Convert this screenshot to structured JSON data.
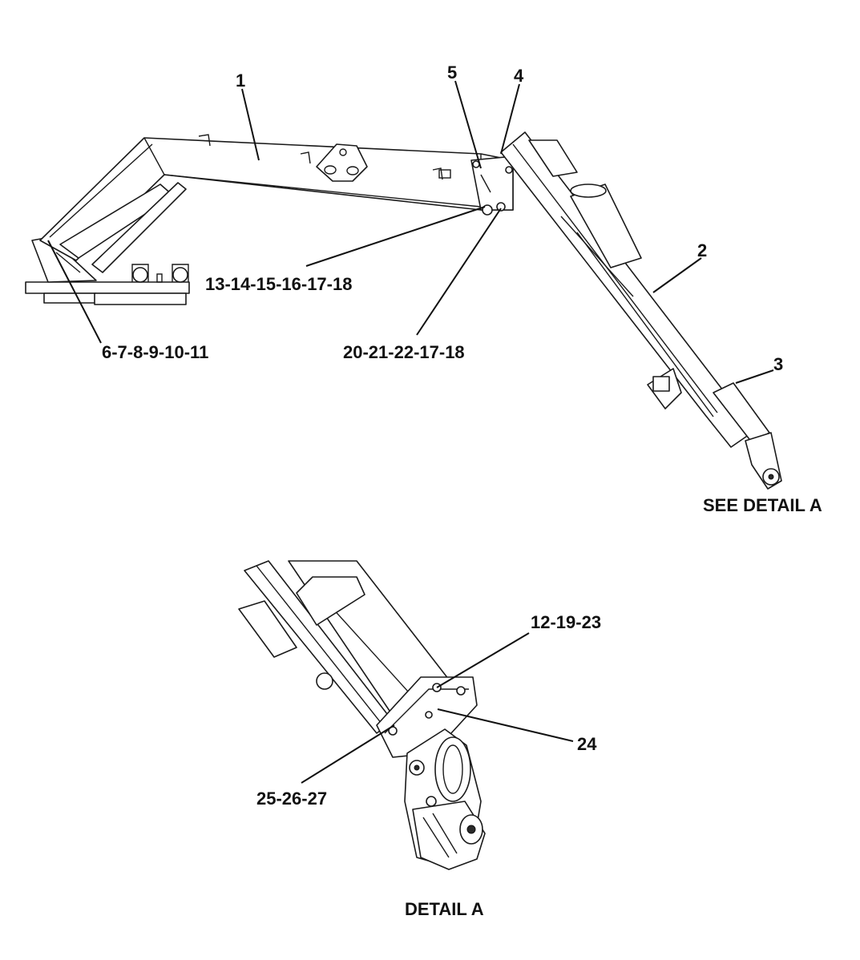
{
  "diagram": {
    "callouts": {
      "c1": "1",
      "c2": "2",
      "c3": "3",
      "c4": "4",
      "c5": "5",
      "c13": "13-14-15-16-17-18",
      "c6": "6-7-8-9-10-11",
      "c20": "20-21-22-17-18",
      "c12": "12-19-23",
      "c24": "24",
      "c25": "25-26-27"
    },
    "captions": {
      "see_detail": "SEE DETAIL A",
      "detail": "DETAIL A"
    }
  }
}
